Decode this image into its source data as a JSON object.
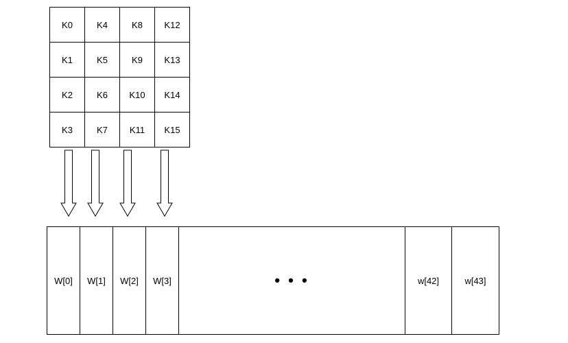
{
  "diagram": {
    "key_matrix": {
      "name": "key-bytes-matrix",
      "rows": [
        [
          "K0",
          "K4",
          "K8",
          "K12"
        ],
        [
          "K1",
          "K5",
          "K9",
          "K13"
        ],
        [
          "K2",
          "K6",
          "K10",
          "K14"
        ],
        [
          "K3",
          "K7",
          "K11",
          "K15"
        ]
      ]
    },
    "arrows": [
      {
        "name": "arrow-column-0"
      },
      {
        "name": "arrow-column-1"
      },
      {
        "name": "arrow-column-2"
      },
      {
        "name": "arrow-column-3"
      }
    ],
    "word_bar": {
      "name": "expanded-key-words",
      "cells": [
        {
          "label": "W[0]"
        },
        {
          "label": "W[1]"
        },
        {
          "label": "W[2]"
        },
        {
          "label": "W[3]"
        },
        {
          "label": "• • •"
        },
        {
          "label": "w[42]"
        },
        {
          "label": "w[43]"
        }
      ]
    },
    "colors": {
      "stroke": "#000000",
      "background": "#ffffff"
    }
  }
}
